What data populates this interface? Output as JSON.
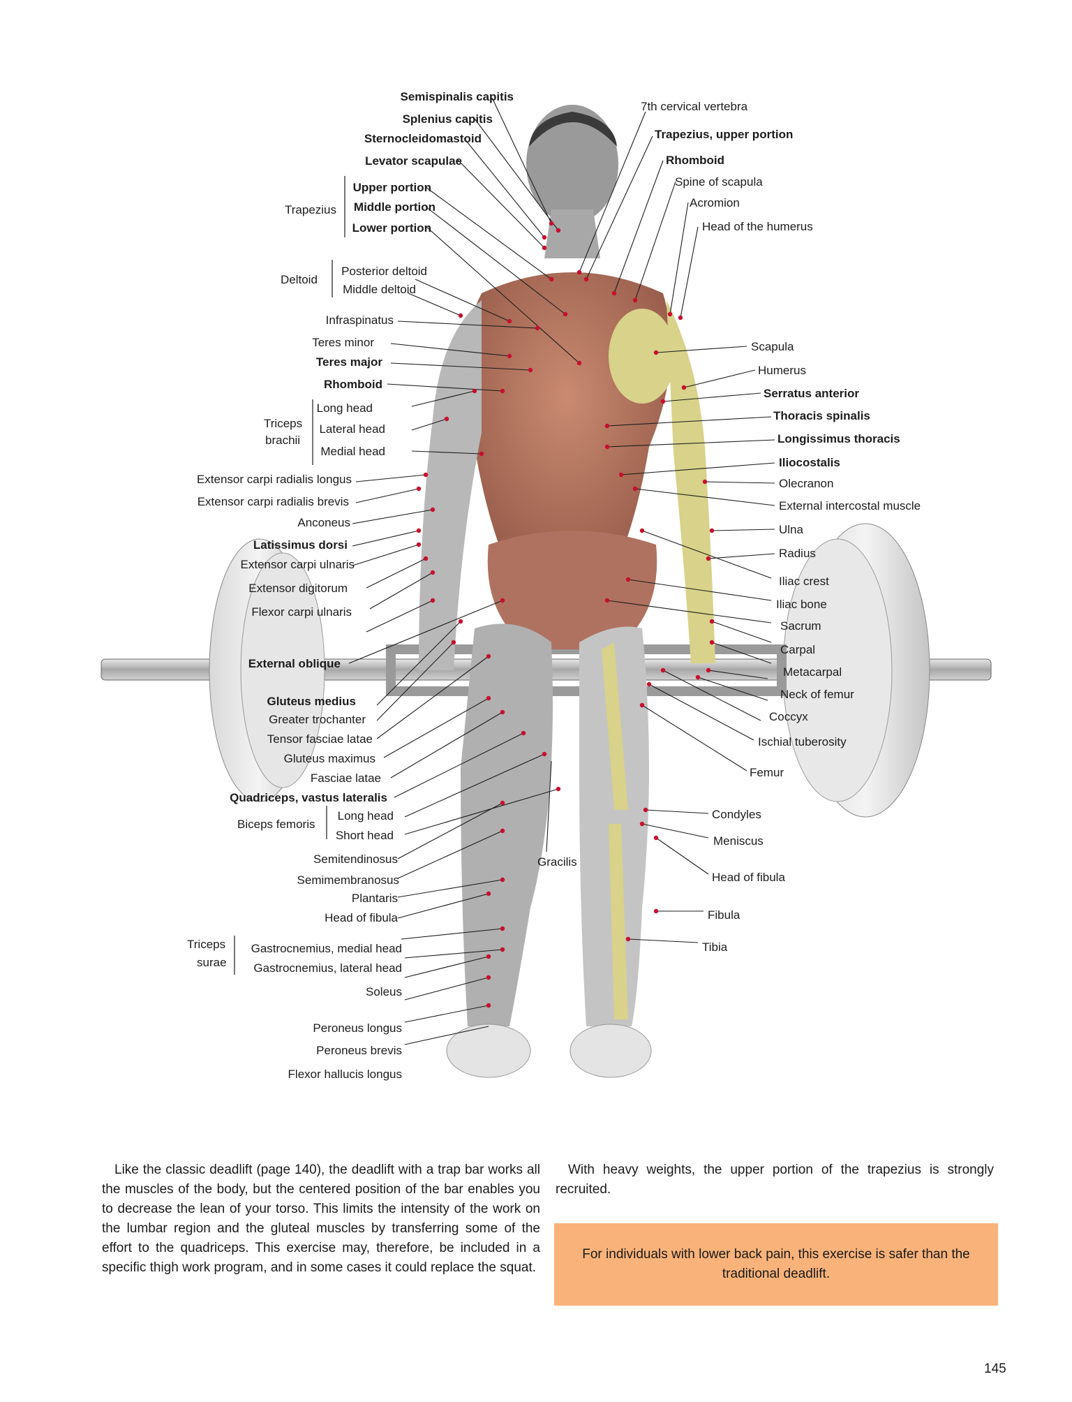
{
  "figure": {
    "left_labels": [
      {
        "text": "Semispinalis capitis",
        "bold": true
      },
      {
        "text": "Splenius capitis",
        "bold": true
      },
      {
        "text": "Sternocleidomastoid",
        "bold": true
      },
      {
        "text": "Levator scapulae",
        "bold": true
      },
      {
        "text": "Upper portion",
        "bold": true
      },
      {
        "text": "Middle portion",
        "bold": true
      },
      {
        "text": "Lower portion",
        "bold": true
      },
      {
        "text": "Posterior deltoid",
        "bold": false
      },
      {
        "text": "Middle deltoid",
        "bold": false
      },
      {
        "text": "Infraspinatus",
        "bold": false
      },
      {
        "text": "Teres minor",
        "bold": false
      },
      {
        "text": "Teres major",
        "bold": true
      },
      {
        "text": "Rhomboid",
        "bold": true
      },
      {
        "text": "Long head",
        "bold": false
      },
      {
        "text": "Lateral head",
        "bold": false
      },
      {
        "text": "Medial head",
        "bold": false
      },
      {
        "text": "Extensor carpi radialis longus",
        "bold": false
      },
      {
        "text": "Extensor carpi radialis brevis",
        "bold": false
      },
      {
        "text": "Anconeus",
        "bold": false
      },
      {
        "text": "Latissimus dorsi",
        "bold": true
      },
      {
        "text": "Extensor carpi ulnaris",
        "bold": false
      },
      {
        "text": "Extensor digitorum",
        "bold": false
      },
      {
        "text": "Flexor carpi ulnaris",
        "bold": false
      },
      {
        "text": "External oblique",
        "bold": true
      },
      {
        "text": "Gluteus medius",
        "bold": true
      },
      {
        "text": "Greater trochanter",
        "bold": false
      },
      {
        "text": "Tensor fasciae latae",
        "bold": false
      },
      {
        "text": "Gluteus maximus",
        "bold": false
      },
      {
        "text": "Fasciae latae",
        "bold": false
      },
      {
        "text": "Quadriceps, vastus lateralis",
        "bold": true
      },
      {
        "text": "Long head",
        "bold": false
      },
      {
        "text": "Short head",
        "bold": false
      },
      {
        "text": "Semitendinosus",
        "bold": false
      },
      {
        "text": "Semimembranosus",
        "bold": false
      },
      {
        "text": "Plantaris",
        "bold": false
      },
      {
        "text": "Head of fibula",
        "bold": false
      },
      {
        "text": "Gastrocnemius, medial head",
        "bold": false
      },
      {
        "text": "Gastrocnemius, lateral head",
        "bold": false
      },
      {
        "text": "Soleus",
        "bold": false
      },
      {
        "text": "Peroneus longus",
        "bold": false
      },
      {
        "text": "Peroneus brevis",
        "bold": false
      },
      {
        "text": "Flexor hallucis longus",
        "bold": false
      }
    ],
    "group_labels": {
      "trapezius": "Trapezius",
      "deltoid": "Deltoid",
      "triceps_brachii_1": "Triceps",
      "triceps_brachii_2": "brachii",
      "biceps_femoris": "Biceps femoris",
      "triceps_surae_1": "Triceps",
      "triceps_surae_2": "surae"
    },
    "right_labels": [
      {
        "text": "7th cervical vertebra",
        "bold": false
      },
      {
        "text": "Trapezius, upper portion",
        "bold": true
      },
      {
        "text": "Rhomboid",
        "bold": true
      },
      {
        "text": "Spine of scapula",
        "bold": false
      },
      {
        "text": "Acromion",
        "bold": false
      },
      {
        "text": "Head of the humerus",
        "bold": false
      },
      {
        "text": "Scapula",
        "bold": false
      },
      {
        "text": "Humerus",
        "bold": false
      },
      {
        "text": "Serratus anterior",
        "bold": true
      },
      {
        "text": "Thoracis spinalis",
        "bold": true
      },
      {
        "text": "Longissimus thoracis",
        "bold": true
      },
      {
        "text": "Iliocostalis",
        "bold": true
      },
      {
        "text": "Olecranon",
        "bold": false
      },
      {
        "text": "External intercostal muscle",
        "bold": false
      },
      {
        "text": "Ulna",
        "bold": false
      },
      {
        "text": "Radius",
        "bold": false
      },
      {
        "text": "Iliac crest",
        "bold": false
      },
      {
        "text": "Iliac bone",
        "bold": false
      },
      {
        "text": "Sacrum",
        "bold": false
      },
      {
        "text": "Carpal",
        "bold": false
      },
      {
        "text": "Metacarpal",
        "bold": false
      },
      {
        "text": "Neck of femur",
        "bold": false
      },
      {
        "text": "Coccyx",
        "bold": false
      },
      {
        "text": "Ischial tuberosity",
        "bold": false
      },
      {
        "text": "Femur",
        "bold": false
      },
      {
        "text": "Condyles",
        "bold": false
      },
      {
        "text": "Meniscus",
        "bold": false
      },
      {
        "text": "Head of fibula",
        "bold": false
      },
      {
        "text": "Fibula",
        "bold": false
      },
      {
        "text": "Tibia",
        "bold": false
      }
    ],
    "center_label": "Gracilis"
  },
  "body_text": {
    "left_paragraph": "Like the classic deadlift (page 140), the deadlift with a trap bar works all the muscles of the body, but the centered position of the bar enables you to decrease the lean of your torso. This limits the intensity of the work on the lumbar region and the gluteal muscles by transferring some of the effort to the quadriceps. This exercise may, therefore, be included in a specific thigh work program, and in some cases it could replace the squat.",
    "right_paragraph": "With heavy weights, the upper portion of the trapezius is strongly recruited.",
    "note": "For individuals with lower back pain, this exercise is safer than the traditional deadlift."
  },
  "page_number": "145",
  "colors": {
    "note_background": "#f9b37a",
    "pointer_dot": "#c8102e",
    "muscle": "#b5705a",
    "bone": "#d8d28a"
  }
}
